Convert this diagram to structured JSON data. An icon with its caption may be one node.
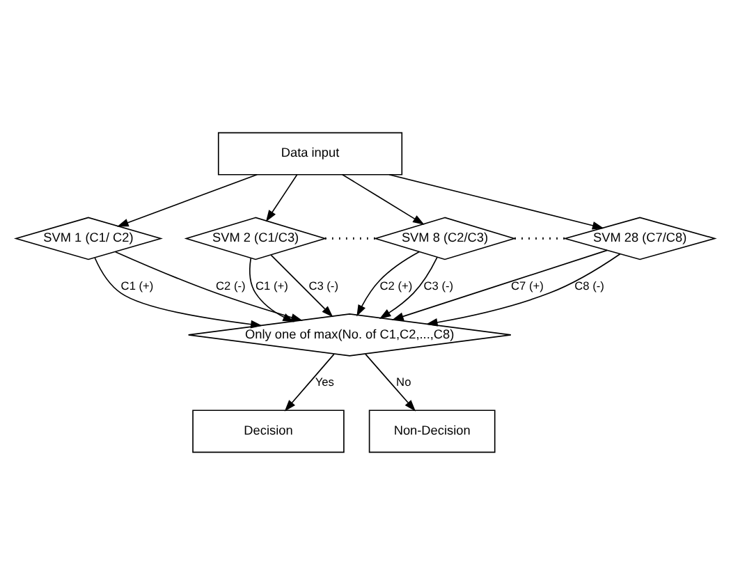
{
  "diagram": {
    "nodes": [
      {
        "text": [
          "Data input"
        ]
      },
      {
        "text": [
          "SVM 1 (C1/ C2)"
        ]
      },
      {
        "text": [
          "SVM 2 (C1/C3)"
        ]
      },
      {
        "text": [
          "SVM 8 (C2/C3)"
        ]
      },
      {
        "text": [
          "SVM 28 (C7/C8)"
        ]
      },
      {
        "text": [
          "Only one of max(No. of C1,C2,...,C8)"
        ]
      },
      {
        "text": [
          "Decision"
        ]
      },
      {
        "text": [
          "Non-Decision"
        ]
      }
    ],
    "edges": [
      {
        "from": 0,
        "to": 1,
        "arrow": "to"
      },
      {
        "from": 0,
        "to": 2,
        "arrow": "to"
      },
      {
        "from": 0,
        "to": 3,
        "arrow": "to"
      },
      {
        "from": 0,
        "to": 4,
        "arrow": "to"
      },
      {
        "from": 1,
        "to": 5,
        "arrow": "to",
        "label": "C1 (+)"
      },
      {
        "from": 1,
        "to": 5,
        "arrow": "to",
        "label": "C2 (-)"
      },
      {
        "from": 2,
        "to": 5,
        "arrow": "to",
        "label": "C1 (+)"
      },
      {
        "from": 2,
        "to": 5,
        "arrow": "to",
        "label": "C3 (-)"
      },
      {
        "from": 3,
        "to": 5,
        "arrow": "to",
        "label": "C2 (+)"
      },
      {
        "from": 3,
        "to": 5,
        "arrow": "to",
        "label": "C3 (-)"
      },
      {
        "from": 4,
        "to": 5,
        "arrow": "to",
        "label": "C7 (+)"
      },
      {
        "from": 4,
        "to": 5,
        "arrow": "to",
        "label": "C8 (-)"
      },
      {
        "from": 2,
        "to": 3,
        "arrow": "none",
        "style": "dashed"
      },
      {
        "from": 3,
        "to": 4,
        "arrow": "none",
        "style": "dashed"
      },
      {
        "from": 5,
        "to": 6,
        "arrow": "to",
        "label": "Yes"
      },
      {
        "from": 5,
        "to": 7,
        "arrow": "to",
        "label": "No"
      }
    ]
  }
}
